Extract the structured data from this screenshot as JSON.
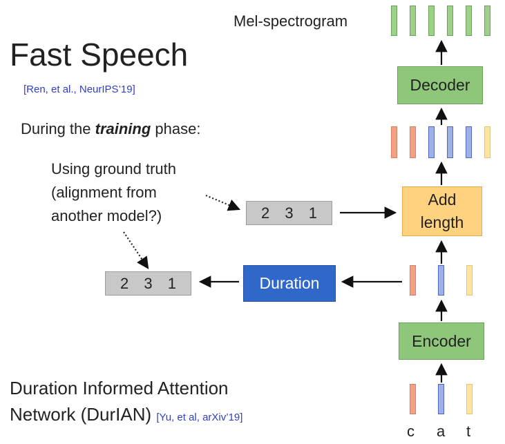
{
  "title": "Fast Speech",
  "citation_fastspeech": "[Ren, et al., NeurIPS’19]",
  "training_prefix": "During the ",
  "training_word": "training",
  "training_suffix": " phase:",
  "ground_truth_lines": [
    "Using ground truth",
    "(alignment from",
    "another model?)"
  ],
  "mel_label": "Mel-spectrogram",
  "decoder_label": "Decoder",
  "add_length_lines": [
    "Add",
    "length"
  ],
  "duration_label": "Duration",
  "encoder_label": "Encoder",
  "duration_values_top": [
    "2",
    "3",
    "1"
  ],
  "duration_values_bottom": [
    "2",
    "3",
    "1"
  ],
  "input_chars": [
    "c",
    "a",
    "t"
  ],
  "durian_lines": [
    "Duration Informed Attention",
    "Network (DurIAN)"
  ],
  "citation_durian": "[Yu, et al, arXiv’19]",
  "colors": {
    "green": "#8fc77a",
    "orange": "#ffd280",
    "blue": "#2f68c8",
    "gray": "#c8c8c8"
  }
}
